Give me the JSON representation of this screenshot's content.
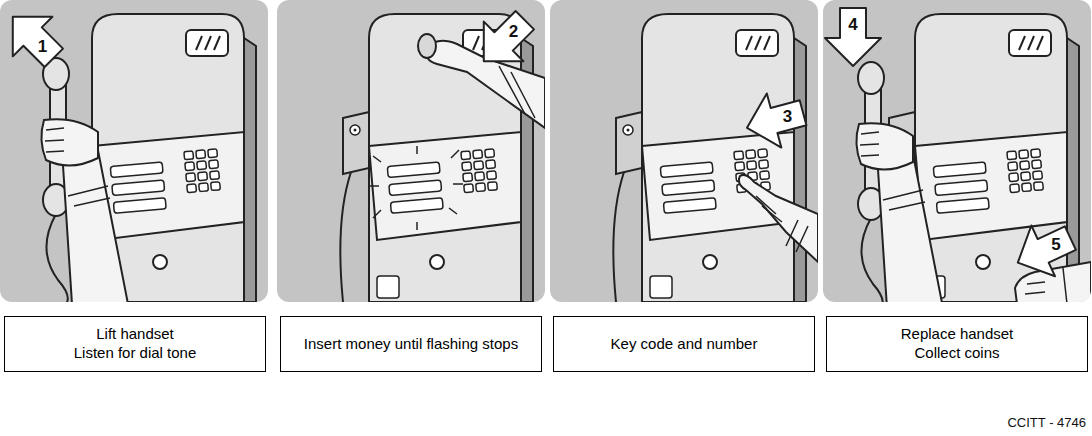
{
  "diagram": {
    "nodes": [
      {
        "text": [
          "Lift handset",
          "Listen for dial tone"
        ]
      },
      {
        "text": [
          "Insert money until flashing stops"
        ]
      },
      {
        "text": [
          "Key code and number"
        ]
      },
      {
        "text": [
          "Replace handset",
          "Collect coins"
        ]
      }
    ],
    "labels": [
      "1",
      "2",
      "3",
      "4",
      "5",
      "CCITT - 4746"
    ]
  }
}
